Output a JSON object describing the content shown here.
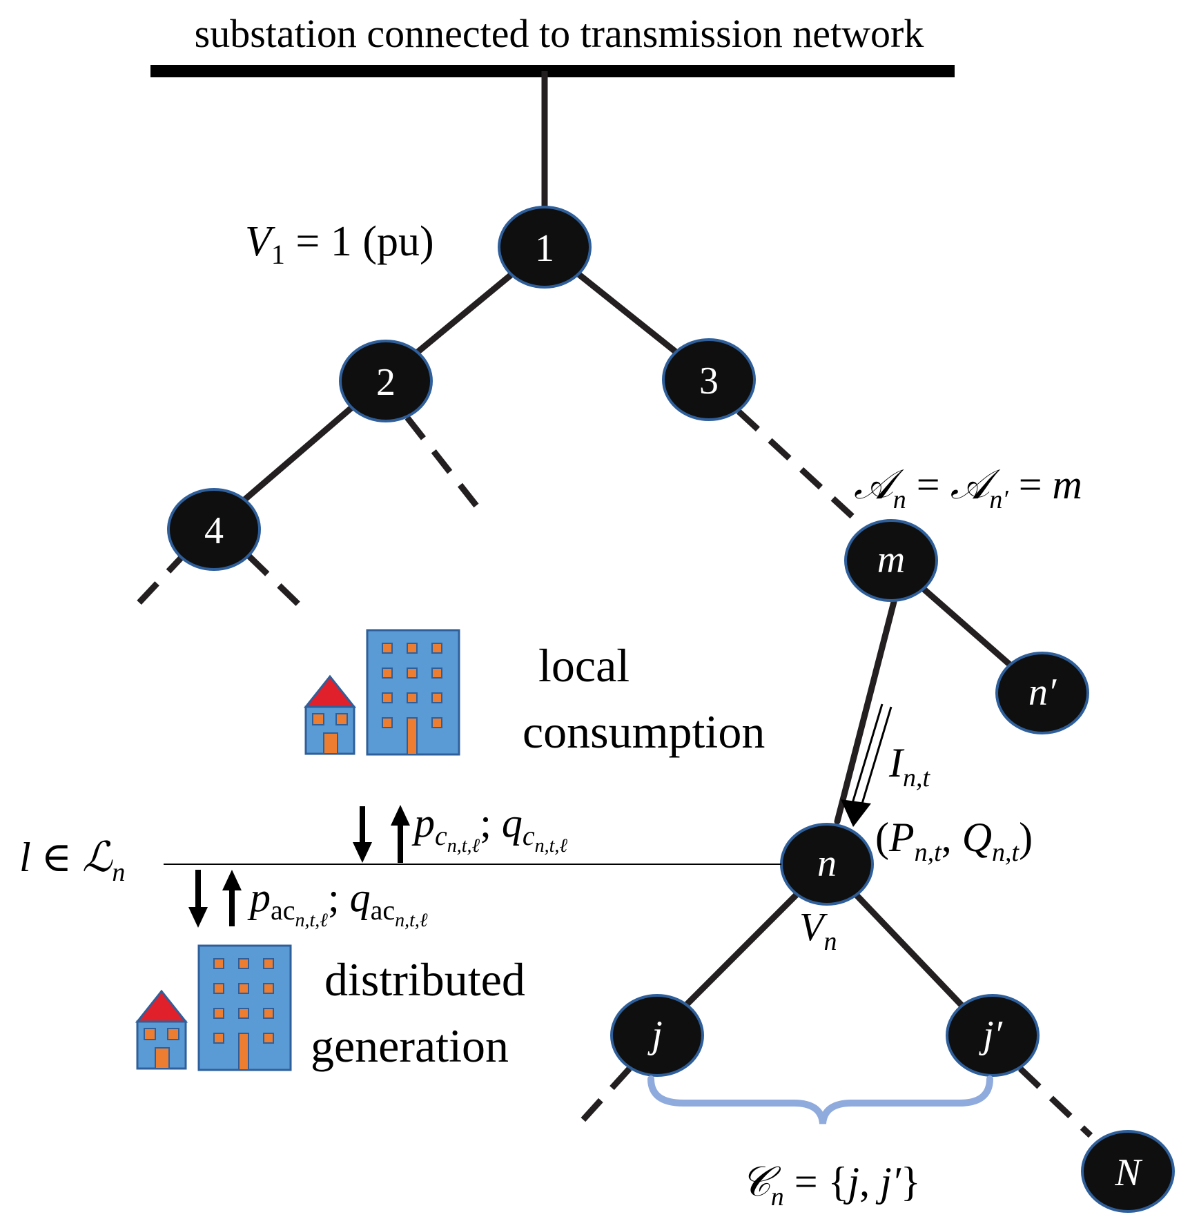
{
  "title": "substation connected to transmission network",
  "colors": {
    "node_fill": "#0f0f0f",
    "node_stroke": "#2f5f9a",
    "building": "#5b9bd5",
    "building_window": "#ed7d31",
    "roof": "#e0202a",
    "brace": "#8faadc",
    "line": "#231f20"
  },
  "nodes": [
    {
      "id": "n1",
      "label": "1",
      "italic": false
    },
    {
      "id": "n2",
      "label": "2",
      "italic": false
    },
    {
      "id": "n3",
      "label": "3",
      "italic": false
    },
    {
      "id": "n4",
      "label": "4",
      "italic": false
    },
    {
      "id": "nm",
      "label": "m",
      "italic": true
    },
    {
      "id": "nnp",
      "label": "n′",
      "italic": true
    },
    {
      "id": "nn",
      "label": "n",
      "italic": true
    },
    {
      "id": "nj",
      "label": "j",
      "italic": true
    },
    {
      "id": "njp",
      "label": "j′",
      "italic": true
    },
    {
      "id": "nN",
      "label": "N",
      "italic": true
    }
  ],
  "labels": {
    "v1": {
      "var": "V",
      "sub": "1",
      "rest": " = 1 (pu)"
    },
    "ancestor": {
      "a1": "𝒜",
      "s1": "n",
      "eq1": " = ",
      "a2": "𝒜",
      "s2": "n′",
      "eq2": " = ",
      "m": "m"
    },
    "current": {
      "var": "I",
      "sub": "n,t"
    },
    "power": {
      "open": "(",
      "p": "P",
      "ps": "n,t",
      "comma": ", ",
      "q": "Q",
      "qs": "n,t",
      "close": ")"
    },
    "vn": {
      "var": "V",
      "sub": "n"
    },
    "children": {
      "c": "𝒞",
      "s": "n",
      "rest": " = {",
      "j": "j",
      "comma": ", ",
      "jp": "j′",
      "close": "}"
    },
    "line_set": {
      "l": "l",
      "in": " ∈ ",
      "L": "ℒ",
      "s": "n"
    },
    "consumption_flow": {
      "p": "p",
      "ps": "c",
      "pss": "n,t,ℓ",
      "semi": "; ",
      "q": "q",
      "qs": "c",
      "qss": "n,t,ℓ"
    },
    "generation_flow": {
      "p": "p",
      "ps": "ac",
      "pss": "n,t,ℓ",
      "semi": "; ",
      "q": "q",
      "qs": "ac",
      "qss": "n,t,ℓ"
    },
    "local_1": "local",
    "local_2": "consumption",
    "dist_1": "distributed",
    "dist_2": "generation"
  }
}
